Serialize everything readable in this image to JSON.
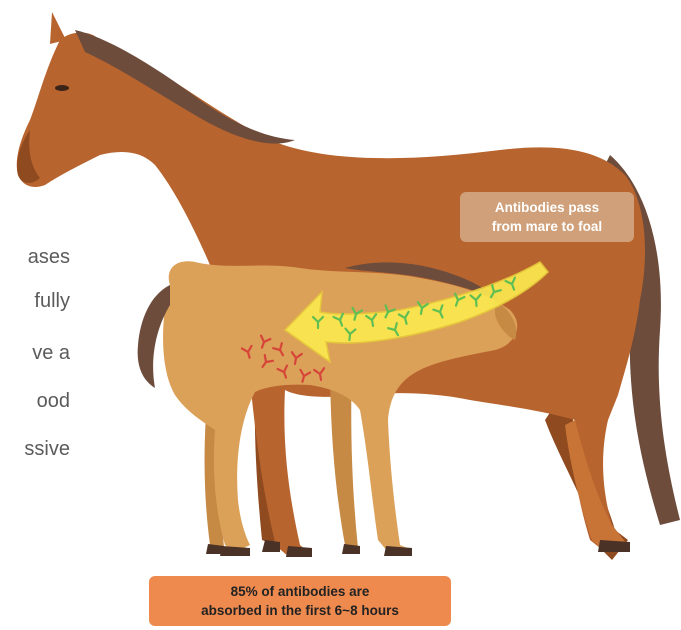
{
  "background_text": {
    "lines": [
      "ases",
      "fully",
      "ve a",
      "ood",
      "ssive"
    ]
  },
  "labels": {
    "transfer_line1": "Antibodies pass",
    "transfer_line2": "from mare to foal",
    "absorption_line1": "85% of antibodies are",
    "absorption_line2": "absorbed in the first 6~8 hours"
  },
  "colors": {
    "mare_body": "#b8642e",
    "mare_mane": "#6d4c3c",
    "foal_body": "#dca158",
    "arrow": "#fbe84f",
    "antibody_green": "#5fbf53",
    "antibody_red": "#d64539",
    "transfer_label_bg": "#cfa07a",
    "absorption_label_bg": "#ef8a4e"
  }
}
